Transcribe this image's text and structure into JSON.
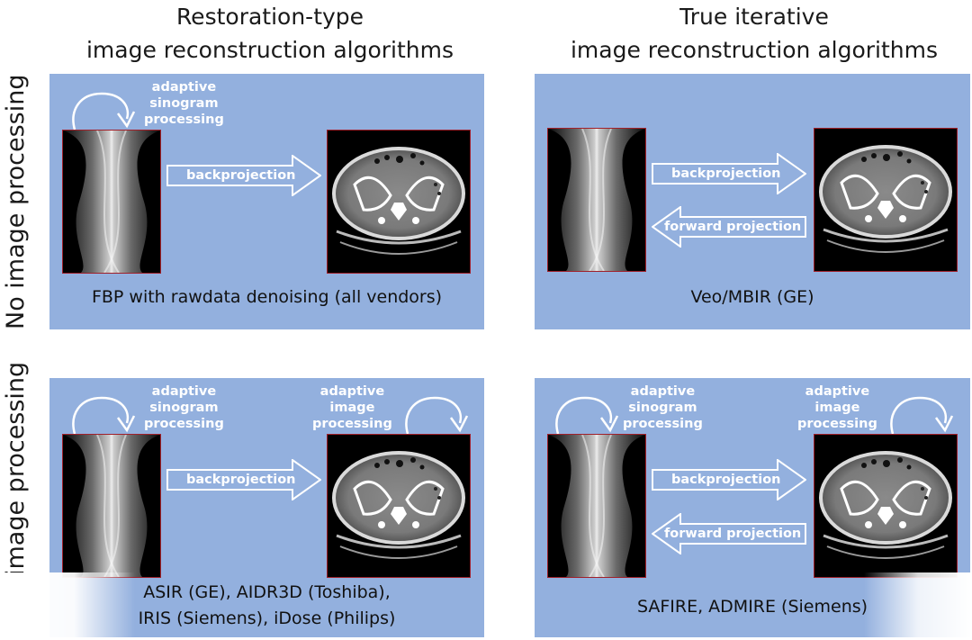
{
  "columns": [
    {
      "title_line1": "Restoration-type",
      "title_line2": "image reconstruction algorithms"
    },
    {
      "title_line1": "True iterative",
      "title_line2": "image reconstruction algorithms"
    }
  ],
  "rows": [
    {
      "label": "No image processing"
    },
    {
      "label": "image processing"
    }
  ],
  "labels": {
    "adaptive_sinogram_processing": [
      "adaptive",
      "sinogram",
      "processing"
    ],
    "adaptive_image_processing": [
      "adaptive",
      "image",
      "processing"
    ],
    "backprojection": "backprojection",
    "forward_projection": "forward projection"
  },
  "panels": {
    "top_left": {
      "caption": "FBP with rawdata denoising (all vendors)"
    },
    "top_right": {
      "caption": "Veo/MBIR (GE)"
    },
    "bottom_left": {
      "caption_line1": "ASIR (GE), AIDR3D (Toshiba),",
      "caption_line2": "IRIS (Siemens), iDose (Philips)"
    },
    "bottom_right": {
      "caption": "SAFIRE, ADMIRE (Siemens)"
    }
  },
  "colors": {
    "panel_background": "#93b0de",
    "image_border": "#a0202a",
    "arrow_text": "#ffffff"
  },
  "icons": {
    "loop": "curved-loop-arrow-icon",
    "sinogram": "sinogram-image",
    "ct": "ct-scan-image"
  }
}
